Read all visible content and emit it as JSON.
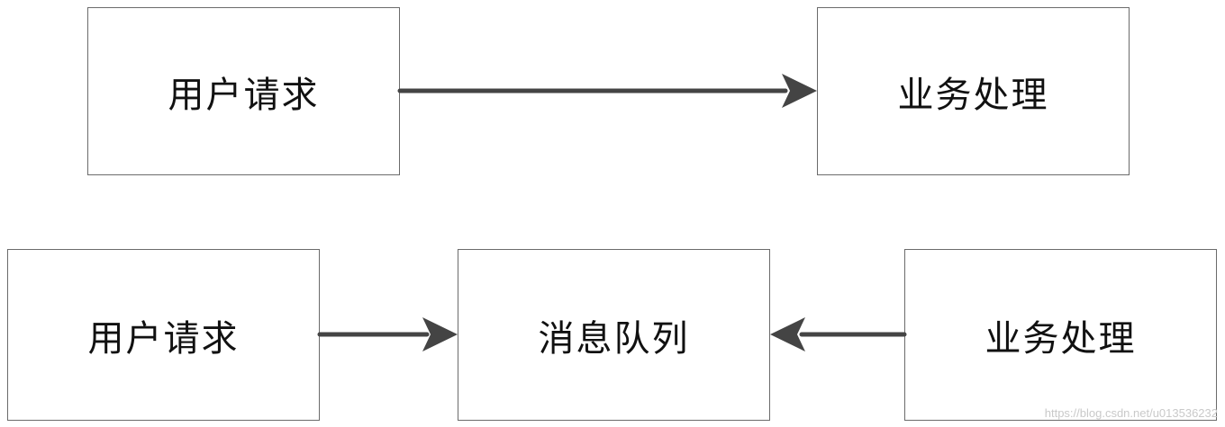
{
  "top_row": {
    "source_label": "用户请求",
    "target_label": "业务处理"
  },
  "bottom_row": {
    "left_label": "用户请求",
    "middle_label": "消息队列",
    "right_label": "业务处理"
  },
  "watermark": "https://blog.csdn.net/u013536232",
  "colors": {
    "box_border": "#6b6b6b",
    "arrow": "#444444",
    "text": "#111111",
    "watermark": "#c9c9c9"
  }
}
